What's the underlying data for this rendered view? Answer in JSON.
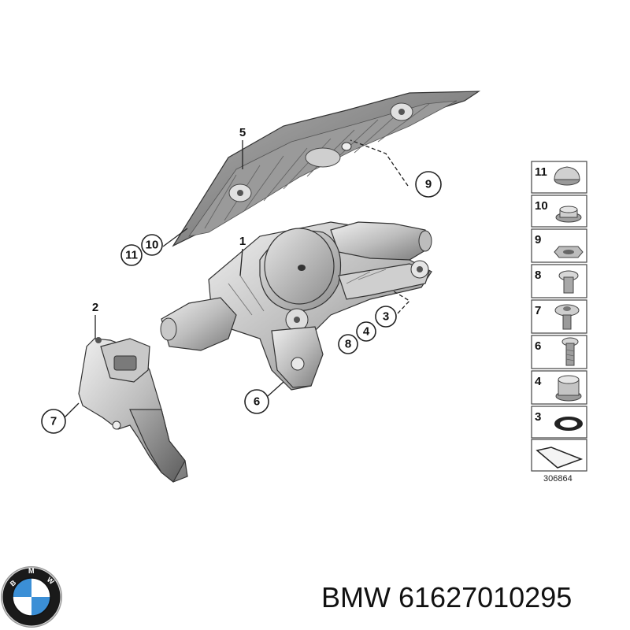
{
  "diagram": {
    "callouts": {
      "c1": "1",
      "c2": "2",
      "c3": "3",
      "c4": "4",
      "c5": "5",
      "c6": "6",
      "c7": "7",
      "c8": "8",
      "c9": "9",
      "c10": "10",
      "c11": "11"
    },
    "legend": {
      "items": [
        "11",
        "10",
        "9",
        "8",
        "7",
        "6",
        "4",
        "3"
      ],
      "diagram_number": "306864"
    }
  },
  "footer": {
    "brand": "BMW",
    "part_number": "61627010295",
    "logo_letters": "BMW"
  },
  "colors": {
    "metal_light": "#d9d9d9",
    "metal_mid": "#a8a8a8",
    "metal_dark": "#6e6e6e",
    "bmw_blue": "#3b8fd6",
    "bmw_black": "#1a1a1a"
  }
}
